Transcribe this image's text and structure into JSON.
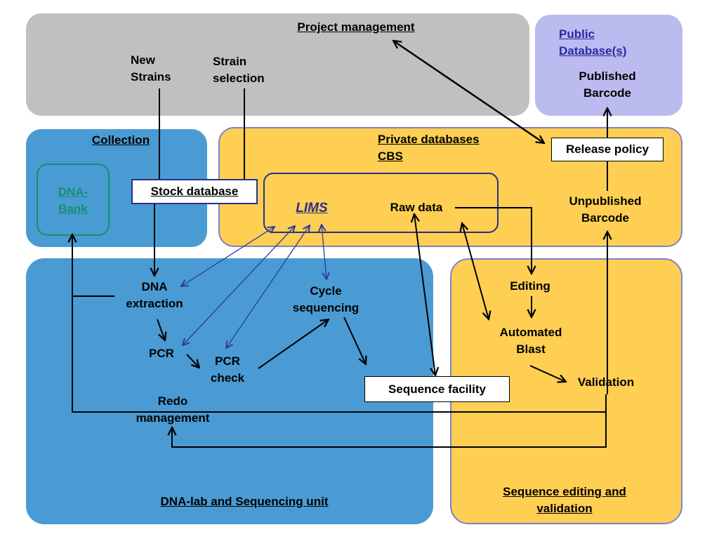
{
  "regions": {
    "project_management": "Project management",
    "public_databases": "Public Database(s)",
    "collection": "Collection",
    "private_databases": "Private databases CBS",
    "dna_lab": "DNA-lab and Sequencing unit",
    "sequence_editing": "Sequence editing and validation"
  },
  "nodes": {
    "new_strains": "New Strains",
    "strain_selection": "Strain selection",
    "published_barcode": "Published Barcode",
    "release_policy": "Release policy",
    "dna_bank": "DNA-Bank",
    "stock_database": "Stock database",
    "lims": "LIMS",
    "raw_data": "Raw data",
    "unpublished_barcode": "Unpublished Barcode",
    "dna_extraction": "DNA extraction",
    "cycle_sequencing": "Cycle sequencing",
    "editing": "Editing",
    "automated_blast": "Automated Blast",
    "pcr": "PCR",
    "pcr_check": "PCR check",
    "sequence_facility": "Sequence facility",
    "validation": "Validation",
    "redo_management": "Redo management"
  },
  "colors": {
    "gray": "#c0c0c0",
    "lavender": "#bbbbef",
    "blue": "#4a9bd3",
    "yellow": "#fecf52",
    "border_purple": "#8080c8",
    "navy": "#2b2f86",
    "teal": "#149070",
    "arrow_blue": "#2e3a9e",
    "link_blue": "#2a2aa0"
  }
}
